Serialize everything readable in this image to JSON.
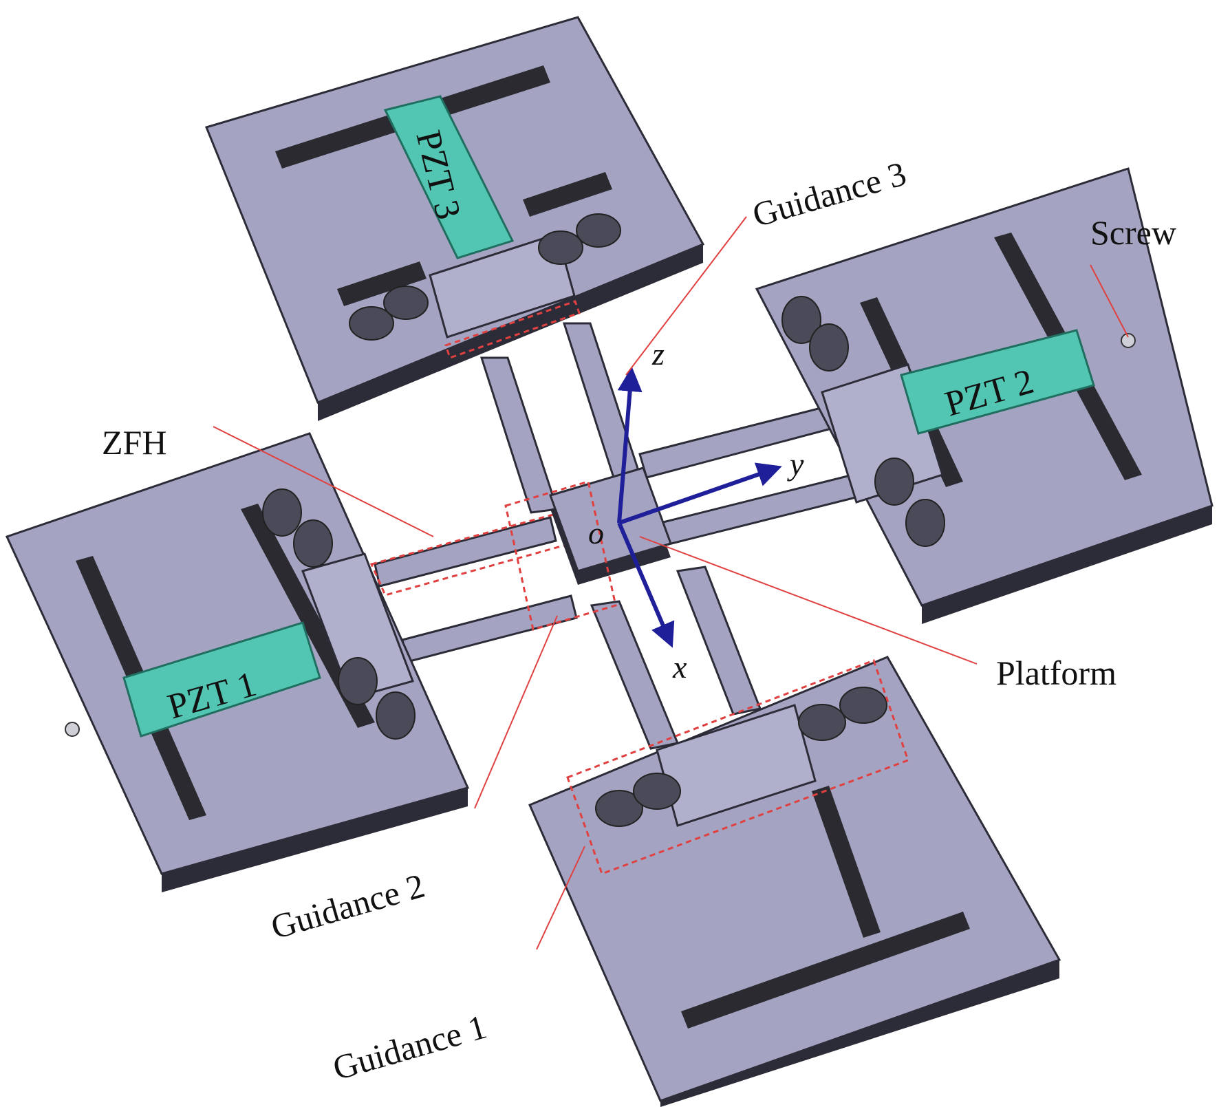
{
  "figure": {
    "components": {
      "pzt1": "PZT 1",
      "pzt2": "PZT 2",
      "pzt3": "PZT 3"
    },
    "callouts": {
      "guidance1": "Guidance 1",
      "guidance2": "Guidance 2",
      "guidance3": "Guidance 3",
      "screw": "Screw",
      "zfh": "ZFH",
      "platform": "Platform"
    },
    "axes": {
      "origin": "o",
      "x": "x",
      "y": "y",
      "z": "z"
    }
  },
  "colors": {
    "frame": "#a4a4c2",
    "frame_edge": "#2c2c38",
    "piezo": "#52c6b2",
    "piezo_dark": "#1f6e60",
    "slot": "#2a2a30",
    "axis": "#1f1f9a",
    "highlight": "#e04040"
  }
}
